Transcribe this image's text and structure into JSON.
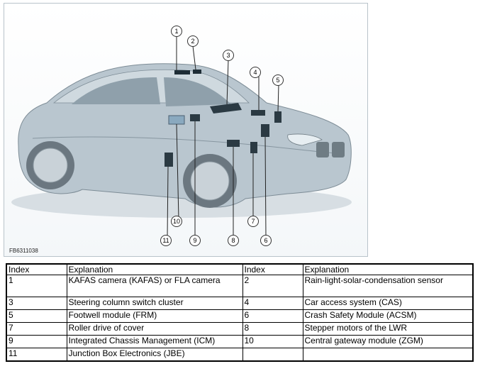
{
  "figure": {
    "code": "FB6311038",
    "callouts": [
      "1",
      "2",
      "3",
      "4",
      "5",
      "6",
      "7",
      "8",
      "9",
      "10",
      "11"
    ]
  },
  "table": {
    "headers": [
      "Index",
      "Explanation",
      "Index",
      "Explanation"
    ],
    "rows": [
      [
        "1",
        "KAFAS camera (KAFAS) or FLA camera",
        "2",
        "Rain-light-solar-condensation sensor"
      ],
      [
        "3",
        "Steering column switch cluster",
        "4",
        "Car access system (CAS)"
      ],
      [
        "5",
        "Footwell module (FRM)",
        "6",
        "Crash Safety Module (ACSM)"
      ],
      [
        "7",
        "Roller drive of cover",
        "8",
        "Stepper motors of the LWR"
      ],
      [
        "9",
        "Integrated Chassis Management (ICM)",
        "10",
        "Central gateway module (ZGM)"
      ],
      [
        "11",
        "Junction Box Electronics (JBE)",
        "",
        ""
      ]
    ]
  }
}
